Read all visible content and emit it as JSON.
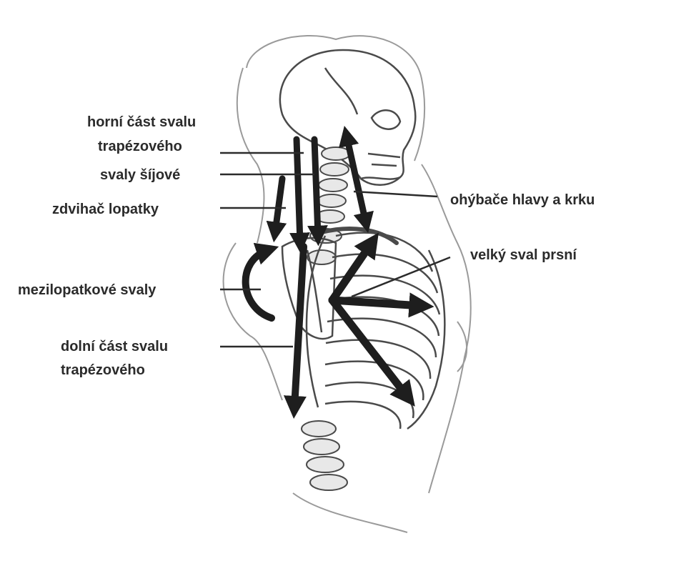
{
  "labels": {
    "upper_trapezius_line1": "horní část svalu",
    "upper_trapezius_line2": "trapézového",
    "neck_muscles": "svaly šíjové",
    "levator_scapulae": "zdvihač lopatky",
    "interscapular": "mezilopatkové svaly",
    "lower_trapezius_line1": "dolní část svalu",
    "lower_trapezius_line2": "trapézového",
    "neck_flexors": "ohýbače hlavy a krku",
    "pectoralis_major": "velký sval prsní"
  },
  "colors": {
    "ink": "#2b2b2b",
    "arrow": "#1e1e1e",
    "sketch": "#4a4a4a"
  }
}
